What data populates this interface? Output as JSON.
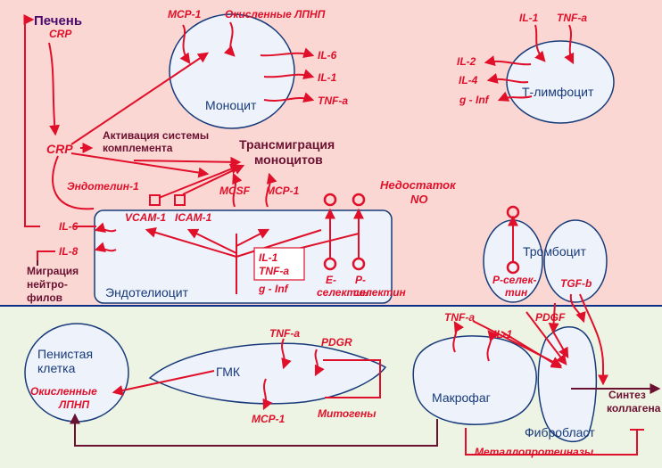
{
  "colors": {
    "top_bg": "#fbd7d3",
    "bottom_bg": "#eef4e3",
    "divider": "#0f2f86",
    "arrow": "#e0102a",
    "cell_fill": "#eef2fb",
    "cell_text": "#173a7a",
    "accent_dark": "#6a1030"
  },
  "organs": {
    "liver": "Печень",
    "crp_liver": "CRP"
  },
  "monocyte": {
    "name": "Моноцит",
    "inputs": [
      "MCP-1",
      "Окисленные ЛПНП"
    ],
    "outputs": [
      "IL-6",
      "IL-1",
      "TNF-a"
    ]
  },
  "t_lymphocyte": {
    "name": "Т-лимфоцит",
    "inputs": [
      "IL-1",
      "TNF-a"
    ],
    "outputs": [
      "IL-2",
      "IL-4",
      "g - Inf"
    ]
  },
  "complement": {
    "crp": "CRP",
    "line1": "Активация системы",
    "line2": "комплемента"
  },
  "transmigration": {
    "line1": "Трансмиграция",
    "line2": "моноцитов"
  },
  "endothelial": {
    "name": "Эндотелиоцит",
    "endothelin": "Эндотелин-1",
    "vcam": "VCAM-1",
    "icam": "ICAM-1",
    "mcsf": "MCSF",
    "mcp": "MCP-1",
    "il6": "IL-6",
    "il8": "IL-8",
    "inflam_box": [
      "IL-1",
      "TNF-a"
    ],
    "g_inf": "g - Inf",
    "e_sel": [
      "E-",
      "селектин"
    ],
    "p_sel": [
      "P-",
      "селектин"
    ]
  },
  "no_deficit": {
    "line1": "Недостаток",
    "line2": "NO"
  },
  "neutrophil": [
    "Миграция",
    "нейтро-",
    "филов"
  ],
  "platelet": {
    "name": "Тромбоцит",
    "p_sel": [
      "P-селек-",
      "тин"
    ],
    "tgf": "TGF-b"
  },
  "foam_cell": {
    "line1": "Пенистая",
    "line2": "клетка",
    "lpl1": "Окисленные",
    "lpl2": "ЛПНП"
  },
  "smc": {
    "name": "ГМК",
    "tnf": "TNF-a",
    "pdgr": "PDGR",
    "mcp": "MCP-1",
    "mitogens": "Митогены"
  },
  "macrophage": {
    "name": "Макрофаг",
    "tnf": "TNF-a",
    "il1": "IL-1",
    "pdgf": "PDGF"
  },
  "fibroblast": {
    "name": "Фибробласт",
    "synth1": "Синтез",
    "synth2": "коллагена"
  },
  "metalloproteinases": "Металлопротеиназы"
}
